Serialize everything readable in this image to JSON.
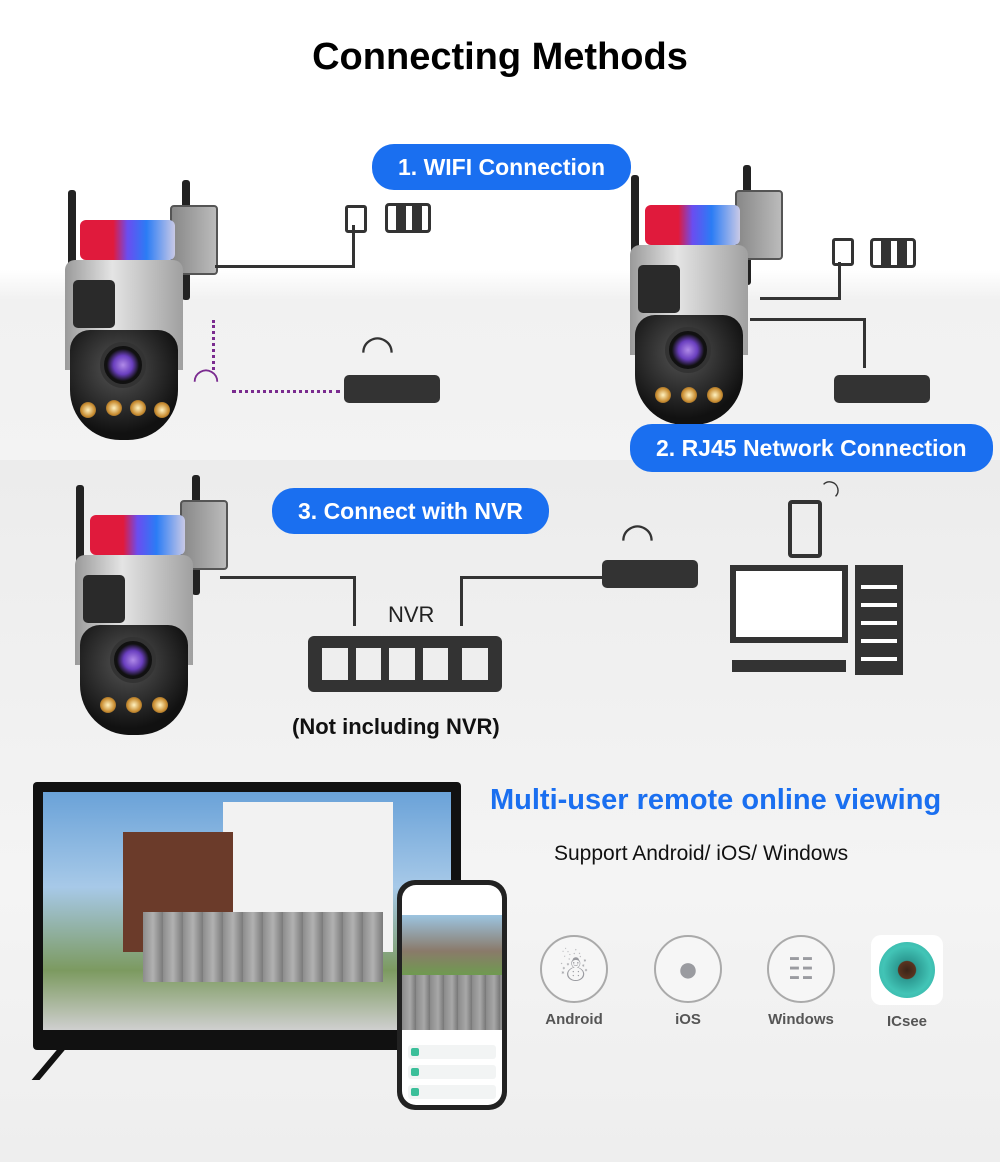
{
  "title": "Connecting Methods",
  "methods": [
    {
      "label": "1. WIFI Connection"
    },
    {
      "label": "2. RJ45 Network Connection"
    },
    {
      "label": "3. Connect with NVR"
    }
  ],
  "nvr": {
    "label": "NVR",
    "note": "(Not including NVR)"
  },
  "viewing": {
    "headline": "Multi-user remote online viewing",
    "support": "Support Android/ iOS/ Windows",
    "platforms": [
      {
        "name": "Android",
        "icon": "android-icon"
      },
      {
        "name": "iOS",
        "icon": "apple-icon"
      },
      {
        "name": "Windows",
        "icon": "windows-icon"
      },
      {
        "name": "ICsee",
        "icon": "icsee-app-icon"
      }
    ]
  },
  "colors": {
    "accent": "#1a6ff0",
    "wifi_dots": "#7a2b8f"
  }
}
